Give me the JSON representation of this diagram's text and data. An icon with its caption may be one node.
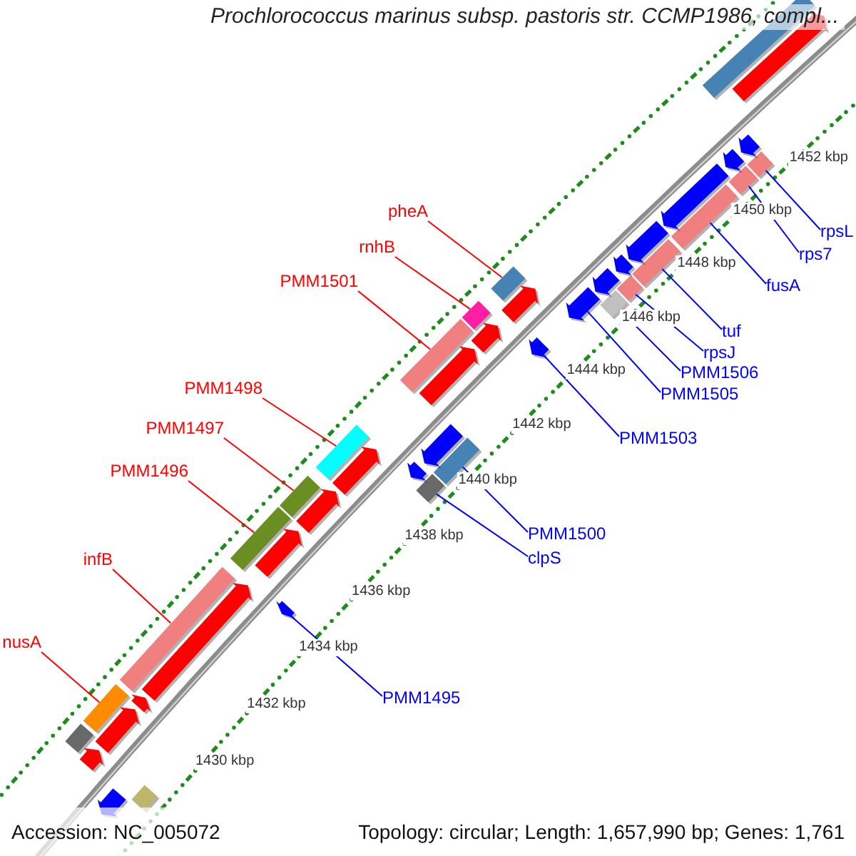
{
  "diagram": {
    "title": "Prochlorococcus marinus subsp. pastoris str. CCMP1986, compl...",
    "nodes": [
      {
        "text": [
          "pheA"
        ]
      },
      {
        "text": [
          "rnhB"
        ]
      },
      {
        "text": [
          "PMM1501"
        ]
      },
      {
        "text": [
          "PMM1498"
        ]
      },
      {
        "text": [
          "PMM1497"
        ]
      },
      {
        "text": [
          "PMM1496"
        ]
      },
      {
        "text": [
          "infB"
        ]
      },
      {
        "text": [
          "nusA"
        ]
      },
      {
        "text": [
          "rpsL"
        ]
      },
      {
        "text": [
          "rps7"
        ]
      },
      {
        "text": [
          "fusA"
        ]
      },
      {
        "text": [
          "tuf"
        ]
      },
      {
        "text": [
          "rpsJ"
        ]
      },
      {
        "text": [
          "PMM1506"
        ]
      },
      {
        "text": [
          "PMM1505"
        ]
      },
      {
        "text": [
          "PMM1503"
        ]
      },
      {
        "text": [
          "PMM1500"
        ]
      },
      {
        "text": [
          "clpS"
        ]
      },
      {
        "text": [
          "PMM1495"
        ]
      },
      {
        "text": [],
        "shape": "bar"
      },
      {
        "text": [],
        "shape": "bar"
      },
      {
        "text": [],
        "shape": "bar"
      },
      {
        "text": [],
        "shape": "bar"
      },
      {
        "text": [],
        "shape": "bar"
      },
      {
        "text": [],
        "shape": "bar"
      },
      {
        "text": [],
        "shape": "bar"
      },
      {
        "text": [],
        "shape": "bar"
      },
      {
        "text": [],
        "shape": "bar"
      },
      {
        "text": [],
        "shape": "bar"
      },
      {
        "text": [],
        "shape": "bar"
      },
      {
        "text": [],
        "shape": "bar"
      },
      {
        "text": [],
        "shape": "bar"
      },
      {
        "text": [],
        "shape": "bar"
      },
      {
        "text": [],
        "shape": "arrow"
      },
      {
        "text": [],
        "shape": "arrow"
      },
      {
        "text": [],
        "shape": "bar"
      },
      {
        "text": [],
        "shape": "bar"
      },
      {
        "text": [],
        "shape": "arrow"
      },
      {
        "text": [],
        "shape": "bar"
      },
      {
        "text": [],
        "shape": "bar"
      },
      {
        "text": [],
        "shape": "arrow"
      },
      {
        "text": [],
        "shape": "arrow"
      },
      {
        "text": [],
        "shape": "arrow"
      },
      {
        "text": [],
        "shape": "arrow"
      },
      {
        "text": [],
        "shape": "arrow"
      },
      {
        "text": [],
        "shape": "arrow"
      },
      {
        "text": [],
        "shape": "arrow"
      },
      {
        "text": [],
        "shape": "arrow"
      },
      {
        "text": [],
        "shape": "arrow"
      },
      {
        "text": [],
        "shape": "arrow"
      },
      {
        "text": [],
        "shape": "arrow"
      },
      {
        "text": [],
        "shape": "arrow"
      },
      {
        "text": [],
        "shape": "arrow"
      },
      {
        "text": [],
        "shape": "arrow"
      },
      {
        "text": [],
        "shape": "arrow"
      },
      {
        "text": [],
        "shape": "arrow"
      },
      {
        "text": [],
        "shape": "arrow"
      },
      {
        "text": [],
        "shape": "arrow"
      },
      {
        "text": [],
        "shape": "arrow"
      },
      {
        "text": [],
        "shape": "arrow"
      },
      {
        "text": [],
        "shape": "bar"
      }
    ],
    "edges": [
      {
        "from": 0,
        "to": 19,
        "arrow": "none",
        "color": "#ff0000"
      },
      {
        "from": 1,
        "to": 20,
        "arrow": "none",
        "color": "#ff0000"
      },
      {
        "from": 2,
        "to": 21,
        "arrow": "none",
        "color": "#ff0000"
      },
      {
        "from": 3,
        "to": 22,
        "arrow": "none",
        "color": "#ff0000"
      },
      {
        "from": 4,
        "to": 23,
        "arrow": "none",
        "color": "#ff0000"
      },
      {
        "from": 5,
        "to": 24,
        "arrow": "none",
        "color": "#ff0000"
      },
      {
        "from": 6,
        "to": 25,
        "arrow": "none",
        "color": "#ff0000"
      },
      {
        "from": 7,
        "to": 26,
        "arrow": "none",
        "color": "#ff0000"
      },
      {
        "from": 8,
        "to": 27,
        "arrow": "none"
      },
      {
        "from": 9,
        "to": 28,
        "arrow": "none"
      },
      {
        "from": 10,
        "to": 29,
        "arrow": "none"
      },
      {
        "from": 11,
        "to": 30,
        "arrow": "none"
      },
      {
        "from": 12,
        "to": 31,
        "arrow": "none"
      },
      {
        "from": 13,
        "to": 32,
        "arrow": "none"
      },
      {
        "from": 14,
        "to": 33,
        "arrow": "none"
      },
      {
        "from": 15,
        "to": 34,
        "arrow": "none"
      },
      {
        "from": 16,
        "to": 35,
        "arrow": "none"
      },
      {
        "from": 17,
        "to": 36,
        "arrow": "none"
      },
      {
        "from": 18,
        "to": 37,
        "arrow": "none"
      }
    ],
    "labels": [
      "1452 kbp",
      "1450 kbp",
      "1448 kbp",
      "1446 kbp",
      "1444 kbp",
      "1442 kbp",
      "1440 kbp",
      "1438 kbp",
      "1436 kbp",
      "1434 kbp",
      "1432 kbp",
      "1430 kbp",
      "Accession: NC_005072",
      "Topology: circular; Length: 1,657,990 bp; Genes: 1,761"
    ]
  }
}
